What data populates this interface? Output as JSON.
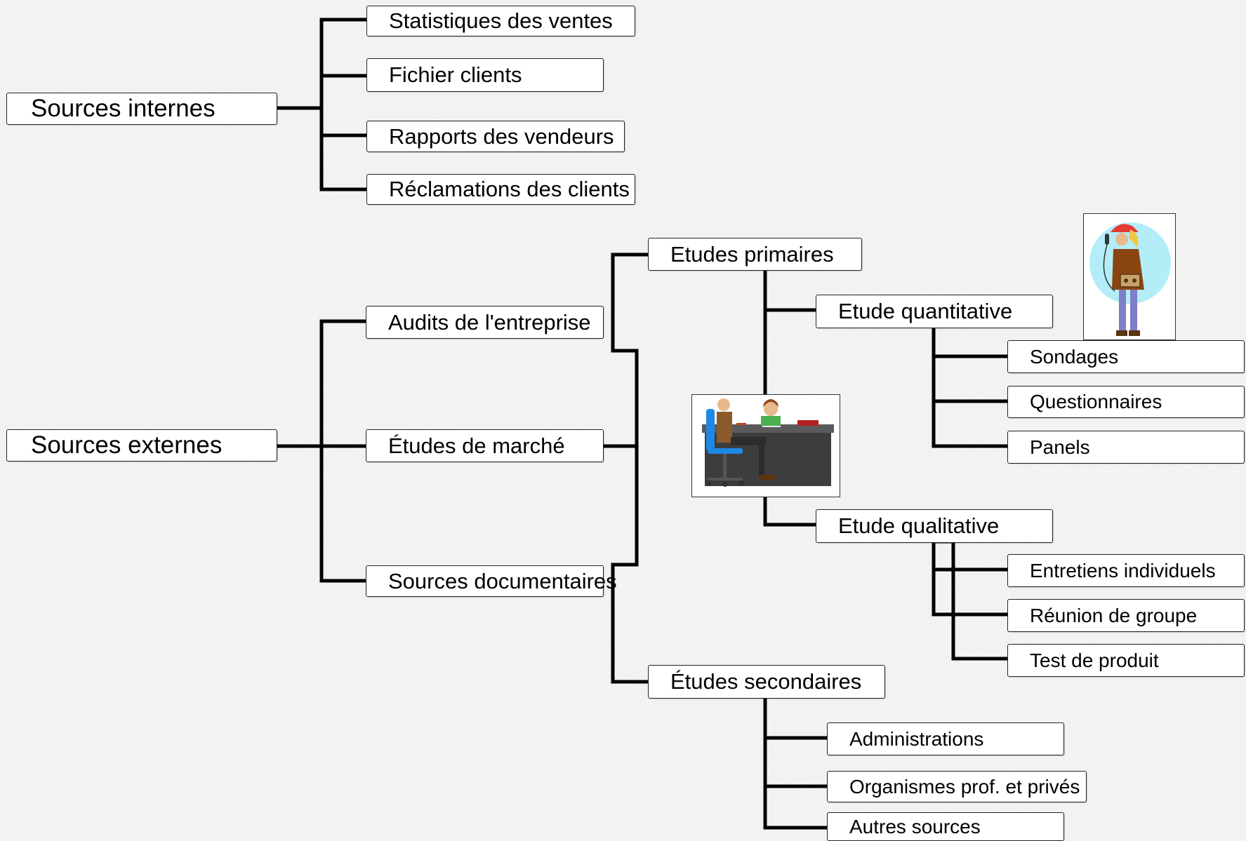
{
  "internes": {
    "root": "Sources internes",
    "items": [
      "Statistiques des ventes",
      "Fichier clients",
      "Rapports des vendeurs",
      "Réclamations des clients"
    ]
  },
  "externes": {
    "root": "Sources externes",
    "items": [
      "Audits de l'entreprise",
      "Études de marché",
      "Sources documentaires"
    ]
  },
  "etudes": {
    "primaires": "Etudes primaires",
    "secondaires": "Études secondaires",
    "quantitative": "Etude quantitative",
    "qualitative": "Etude qualitative",
    "quanti_items": [
      "Sondages",
      "Questionnaires",
      "Panels"
    ],
    "quali_items": [
      "Entretiens individuels",
      "Réunion de groupe",
      "Test de produit"
    ],
    "secondaires_items": [
      "Administrations",
      "Organismes prof. et privés",
      "Autres sources"
    ]
  },
  "colors": {
    "line": "#000000",
    "box_border": "#222222",
    "background": "#f5f5f5"
  },
  "icons": [
    "interview-clipart-icon",
    "interviewer-with-microphone-icon"
  ]
}
